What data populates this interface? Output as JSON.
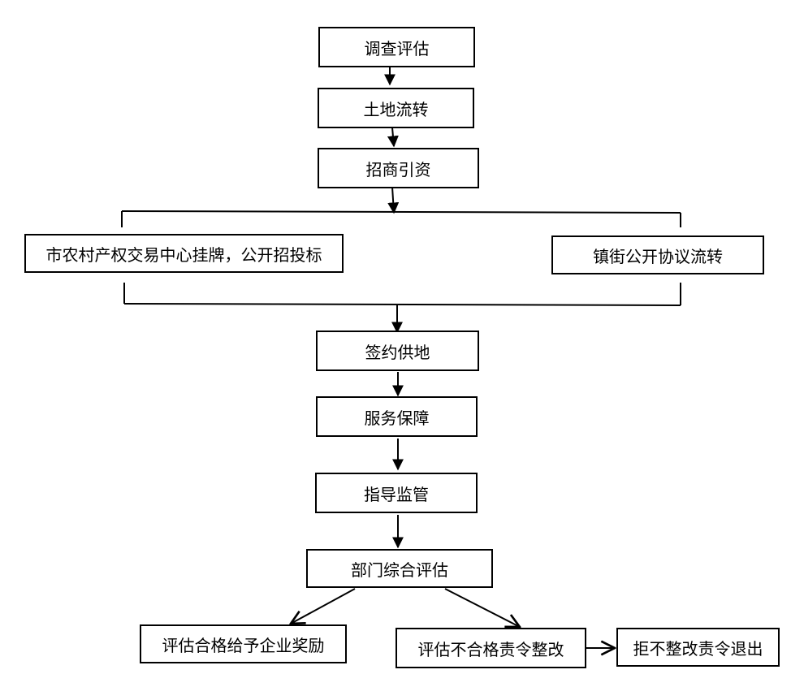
{
  "nodes": {
    "survey": "调查评估",
    "land_transfer": "土地流转",
    "investment": "招商引资",
    "city_listing": "市农村产权交易中心挂牌，公开招投标",
    "town_agreement": "镇街公开协议流转",
    "sign_supply": "签约供地",
    "service": "服务保障",
    "supervision": "指导监管",
    "dept_eval": "部门综合评估",
    "pass_reward": "评估合格给予企业奖励",
    "fail_rectify": "评估不合格责令整改",
    "refuse_exit": "拒不整改责令退出"
  },
  "colors": {
    "line": "#000000",
    "box_border": "#000000",
    "background": "#ffffff"
  }
}
